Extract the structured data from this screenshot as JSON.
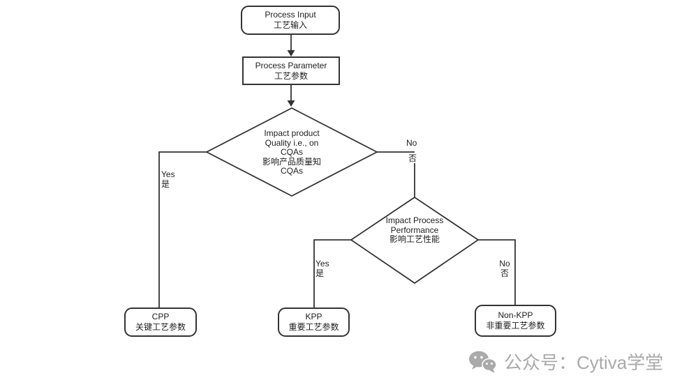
{
  "flowchart": {
    "nodes": {
      "process_input": {
        "label_en": "Process Input",
        "label_zh": "工艺输入"
      },
      "process_parameter": {
        "label_en": "Process Parameter",
        "label_zh": "工艺参数"
      },
      "decision_quality": {
        "lines": [
          "Impact product",
          "Quality i.e., on",
          "CQAs",
          "影响产品质量知",
          "CQAs"
        ]
      },
      "decision_performance": {
        "lines": [
          "Impact Process",
          "Performance",
          "影响工艺性能"
        ]
      },
      "cpp": {
        "label_en": "CPP",
        "label_zh": "关键工艺参数"
      },
      "kpp": {
        "label_en": "KPP",
        "label_zh": "重要工艺参数"
      },
      "non_kpp": {
        "label_en": "Non-KPP",
        "label_zh": "非重要工艺参数"
      }
    },
    "edges": {
      "yes1": {
        "en": "Yes",
        "zh": "是"
      },
      "no1": {
        "en": "No",
        "zh": "否"
      },
      "yes2": {
        "en": "Yes",
        "zh": "是"
      },
      "no2": {
        "en": "No",
        "zh": "否"
      }
    }
  },
  "watermark": {
    "text": "公众号：Cytiva学堂",
    "icon": "wechat-icon"
  },
  "colors": {
    "line": "#333333",
    "box_border": "#333333",
    "text": "#1d1d1d",
    "watermark": "#aaaaaa",
    "background": "#ffffff"
  }
}
